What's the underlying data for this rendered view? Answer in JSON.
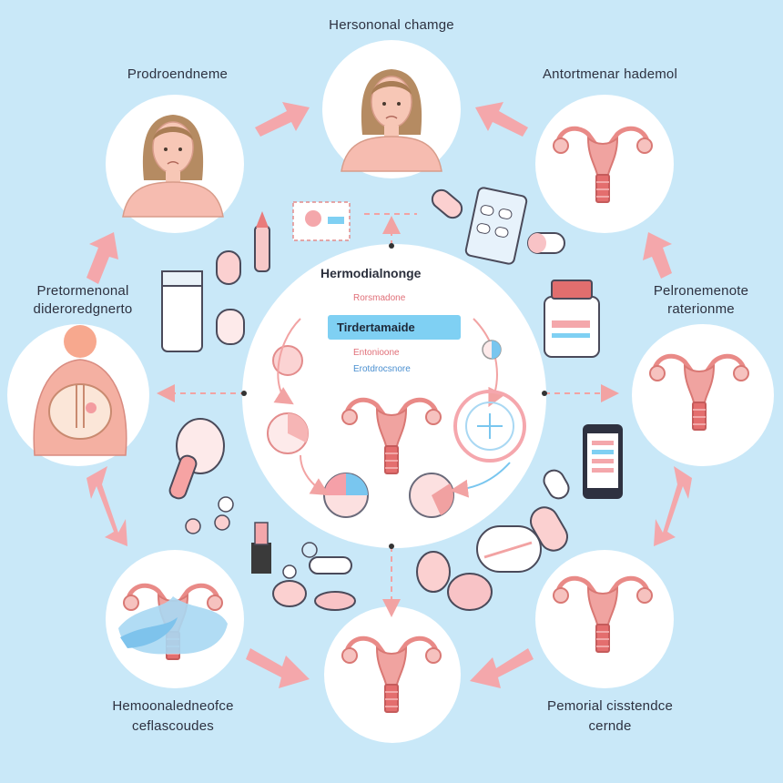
{
  "diagram": {
    "top_title": "Hersononal chamge",
    "nodes": [
      {
        "id": "top",
        "label": "Hersononal chamge"
      },
      {
        "id": "top-left",
        "label": "Prodroendneme"
      },
      {
        "id": "top-right",
        "label": "Antortmenar hademol"
      },
      {
        "id": "mid-left",
        "label_line1": "Pretormenonal",
        "label_line2": "dideroredgnerto"
      },
      {
        "id": "mid-right",
        "label_line1": "Pelronemenote",
        "label_line2": "raterionme"
      },
      {
        "id": "bottom-left",
        "label_line1": "Hemoonaledneofce",
        "label_line2": "ceflascoudes"
      },
      {
        "id": "bottom-right",
        "label_line1": "Pemorial cisstendce",
        "label_line2": "cernde"
      }
    ],
    "center": {
      "title": "Hermodialnonge",
      "item1": "Rorsmadone",
      "highlight": "Tirdertamaide",
      "item2": "Entonioone",
      "item3": "Erotdrocsnore"
    }
  },
  "colors": {
    "background": "#c9e8f8",
    "arrow": "#f2a3a3",
    "accent_pink": "#f4a7ab",
    "accent_blue": "#7fd0f3",
    "uterus": "#e98a87"
  },
  "icons": [
    "woman-figure-icon",
    "uterus-icon",
    "pill-icon",
    "blister-pack-icon",
    "medicine-bottle-icon",
    "phone-icon",
    "lipstick-icon",
    "pie-chart-icon",
    "lungs-icon",
    "breast-icon"
  ]
}
